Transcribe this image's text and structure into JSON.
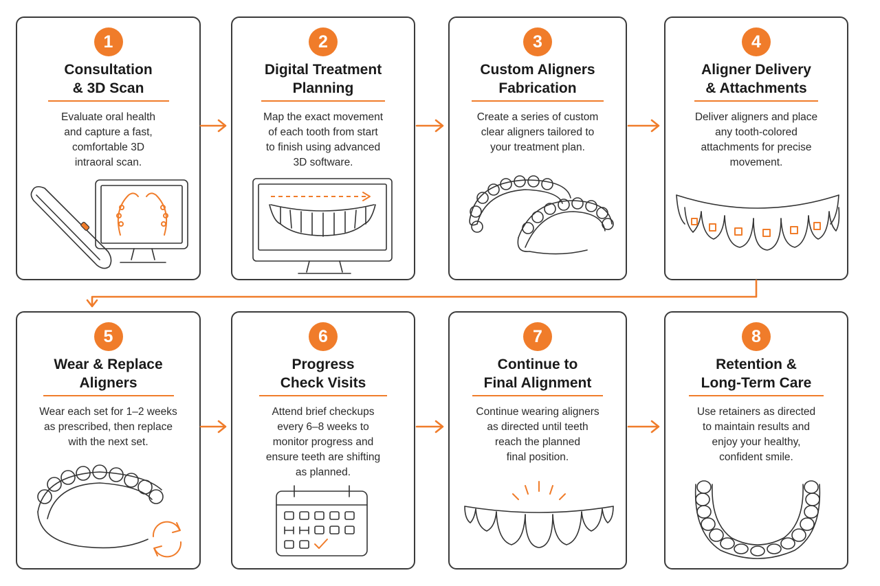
{
  "steps": [
    {
      "number": "1",
      "title_lines": [
        "Consultation",
        "& 3D Scan"
      ],
      "desc_lines": [
        "Evaluate oral health",
        "and capture a fast,",
        "comfortable 3D",
        "intraoral scan."
      ]
    },
    {
      "number": "2",
      "title_lines": [
        "Digital Treatment",
        "Planning"
      ],
      "desc_lines": [
        "Map the exact movement",
        "of each tooth from start",
        "to finish using advanced",
        "3D software."
      ]
    },
    {
      "number": "3",
      "title_lines": [
        "Custom Aligners",
        "Fabrication"
      ],
      "desc_lines": [
        "Create a series of custom",
        "clear aligners tailored to",
        "your treatment plan."
      ]
    },
    {
      "number": "4",
      "title_lines": [
        "Aligner Delivery",
        "& Attachments"
      ],
      "desc_lines": [
        "Deliver aligners and place",
        "any tooth-colored",
        "attachments for precise",
        "movement."
      ]
    },
    {
      "number": "5",
      "title_lines": [
        "Wear & Replace",
        "Aligners"
      ],
      "desc_lines": [
        "Wear each set for 1–2 weeks",
        "as prescribed, then replace",
        "with the next set."
      ]
    },
    {
      "number": "6",
      "title_lines": [
        "Progress",
        "Check Visits"
      ],
      "desc_lines": [
        "Attend brief checkups",
        "every 6–8 weeks to",
        "monitor progress and",
        "ensure teeth are shifting",
        "as planned."
      ]
    },
    {
      "number": "7",
      "title_lines": [
        "Continue to",
        "Final Alignment"
      ],
      "desc_lines": [
        "Continue wearing aligners",
        "as directed until teeth",
        "reach the planned",
        "final position."
      ]
    },
    {
      "number": "8",
      "title_lines": [
        "Retention &",
        "Long-Term Care"
      ],
      "desc_lines": [
        "Use retainers as directed",
        "to maintain results and",
        "enjoy your healthy,",
        "confident smile."
      ]
    }
  ],
  "icons": {
    "step1": "intraoral-scanner-and-monitor-icon",
    "step2": "monitor-teeth-plan-icon",
    "step3": "aligner-trays-icon",
    "step4": "teeth-with-attachments-icon",
    "step5": "aligner-replace-icon",
    "step6": "calendar-check-icon",
    "step7": "smile-teeth-icon",
    "step8": "retainer-icon"
  },
  "colors": {
    "accent": "#f07c2a",
    "border": "#3a3a3a",
    "text": "#1d1d1d"
  }
}
